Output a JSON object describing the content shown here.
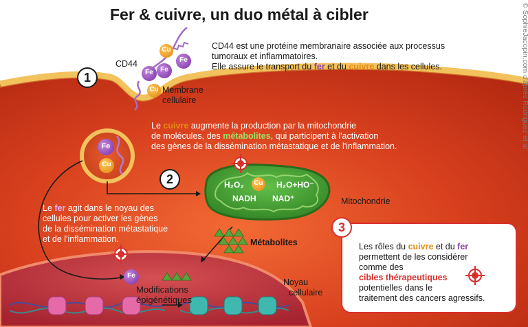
{
  "title": "Fer & cuivre, un duo métal à cibler",
  "copyright": "© SophieJacopin.com d'après Rodriguez et al",
  "ions": {
    "fe": "Fe",
    "cu": "Cu"
  },
  "labels": {
    "cd44": "CD44",
    "membrane_1": "Membrane",
    "membrane_2": "cellulaire",
    "mitochondrie": "Mitochondrie",
    "metabolites": "Métabolites",
    "modifications_1": "Modifications",
    "modifications_2": "épigénétiques",
    "noyau_1": "Noyau",
    "noyau_2": "cellulaire"
  },
  "numbers": {
    "n1": "1",
    "n2": "2",
    "n3": "3"
  },
  "reaction": {
    "h2o2": "H₂O₂",
    "cu": "Cu",
    "products": "H₂O+HO⁻",
    "nadh": "NADH",
    "nad": "NAD⁺"
  },
  "text1": {
    "line1": "CD44 est une protéine membranaire associée aux processus",
    "line2": "tumoraux et inflammatoires.",
    "line3_a": "Elle assure le transport du ",
    "line3_fer": "fer",
    "line3_b": " et du ",
    "line3_cuivre": "cuivre",
    "line3_c": " dans les cellules."
  },
  "text2": {
    "l1_a": "Le ",
    "l1_cuivre": "cuivre",
    "l1_b": " augmente la production par la mitochondrie",
    "l2_a": "de molécules, des ",
    "l2_met": "métabolites",
    "l2_b": ", qui participent à l'activation",
    "l3": "des gènes de la dissémination métastatique et de l'inflammation."
  },
  "text3": {
    "l1_a": "Le ",
    "l1_fer": "fer",
    "l1_b": " agit dans le noyau des",
    "l2": "cellules pour activer les gènes",
    "l3": "de la dissémination métastatique",
    "l4": "et de l'inflammation."
  },
  "text4": {
    "l1_a": "Les rôles du ",
    "l1_cuivre": "cuivre",
    "l1_b": " et du ",
    "l1_fer": "fer",
    "l2": "permettent de les considérer",
    "l3": "comme des",
    "l4": "cibles thérapeutiques",
    "l5": "potentielles dans le",
    "l6": "traitement des cancers agressifs."
  },
  "colors": {
    "fer": "#8a3fb0",
    "cuivre": "#e58a12",
    "metabolites": "#5aa02c",
    "cibles": "#d8302c",
    "membrane": "#f0c15a",
    "cytoplasm": "#d9401f",
    "mitochondria": "#3f9a2e"
  }
}
